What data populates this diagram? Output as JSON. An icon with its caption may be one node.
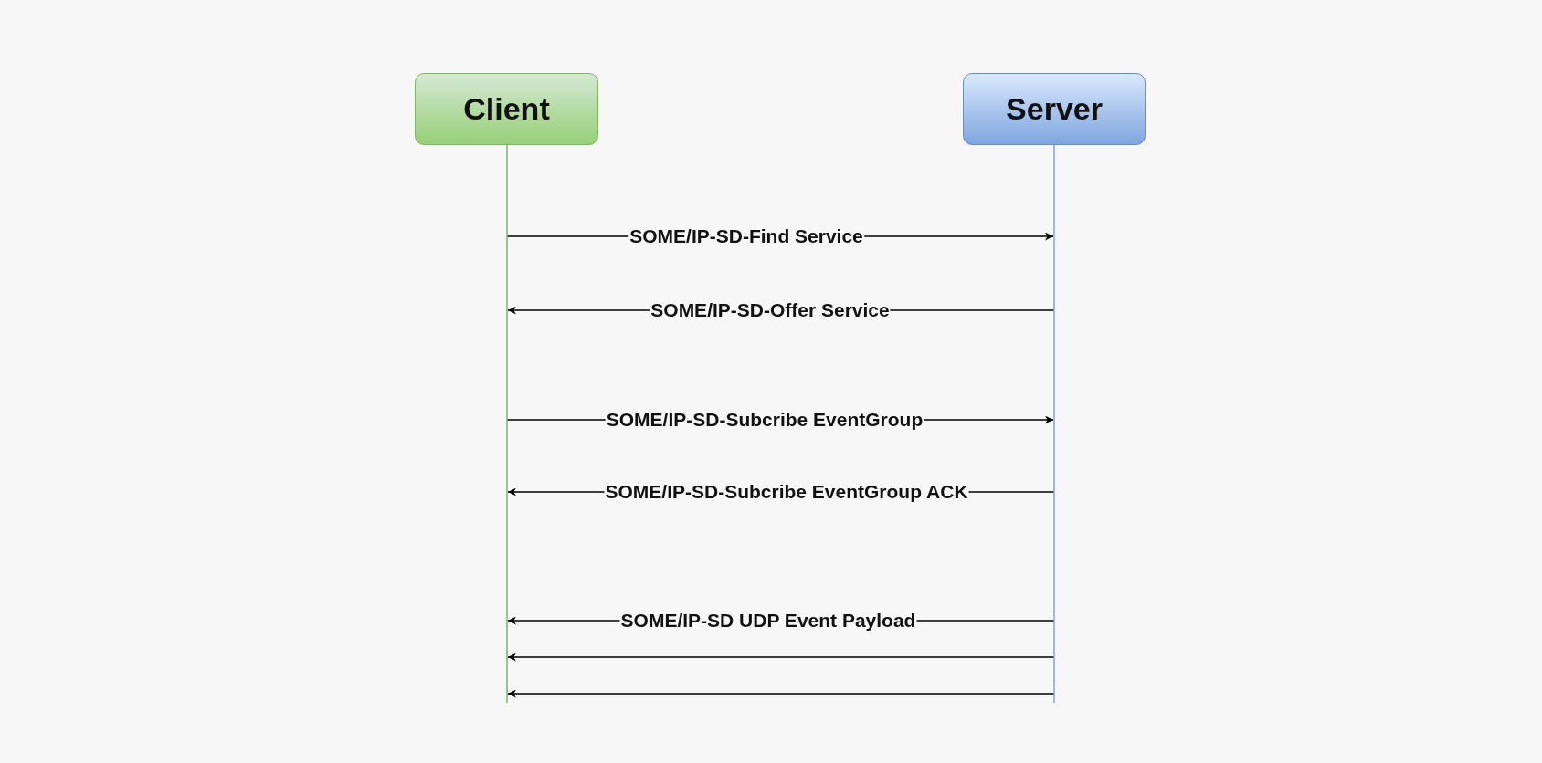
{
  "diagram": {
    "nodes": [
      {
        "text": [
          "Client"
        ]
      },
      {
        "text": [
          "Server"
        ]
      }
    ],
    "edges": [
      {
        "from": 0,
        "to": 1,
        "arrow": "to",
        "label": "SOME/IP-SD-Find Service"
      },
      {
        "from": 1,
        "to": 0,
        "arrow": "to",
        "label": "SOME/IP-SD-Offer Service"
      },
      {
        "from": 0,
        "to": 1,
        "arrow": "to",
        "label": "SOME/IP-SD-Subcribe EventGroup"
      },
      {
        "from": 1,
        "to": 0,
        "arrow": "to",
        "label": "SOME/IP-SD-Subcribe EventGroup ACK"
      },
      {
        "from": 1,
        "to": 0,
        "arrow": "to",
        "label": "SOME/IP-SD UDP Event Payload"
      },
      {
        "from": 1,
        "to": 0,
        "arrow": "to"
      },
      {
        "from": 1,
        "to": 0,
        "arrow": "to"
      }
    ]
  }
}
